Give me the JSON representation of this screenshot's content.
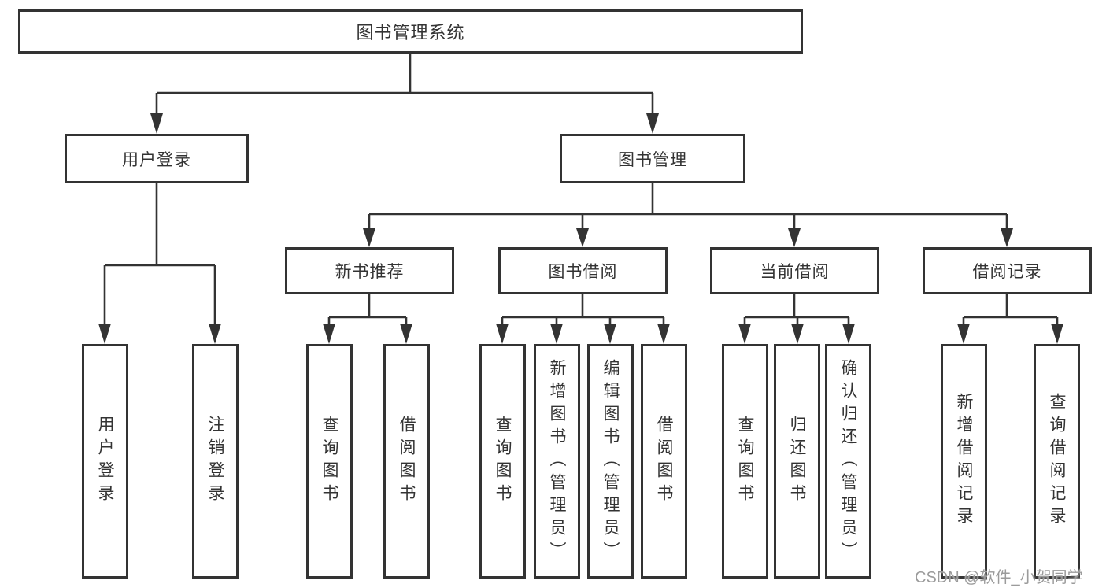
{
  "colors": {
    "line": "#333333",
    "text": "#333333",
    "background": "#ffffff",
    "watermark": "#9b9b9b"
  },
  "watermark": {
    "text": "CSDN @软件_小贺同学"
  },
  "tree": {
    "label": "图书管理系统",
    "children": [
      {
        "label": "用户登录",
        "children": [
          {
            "label": "用户登录"
          },
          {
            "label": "注销登录"
          }
        ]
      },
      {
        "label": "图书管理",
        "children": [
          {
            "label": "新书推荐",
            "children": [
              {
                "label": "查询图书"
              },
              {
                "label": "借阅图书"
              }
            ]
          },
          {
            "label": "图书借阅",
            "children": [
              {
                "label": "查询图书"
              },
              {
                "label": "新增图书（管理员）"
              },
              {
                "label": "编辑图书（管理员）"
              },
              {
                "label": "借阅图书"
              }
            ]
          },
          {
            "label": "当前借阅",
            "children": [
              {
                "label": "查询图书"
              },
              {
                "label": "归还图书"
              },
              {
                "label": "确认归还（管理员）"
              }
            ]
          },
          {
            "label": "借阅记录",
            "children": [
              {
                "label": "新增借阅记录"
              },
              {
                "label": "查询借阅记录"
              }
            ]
          }
        ]
      }
    ]
  }
}
